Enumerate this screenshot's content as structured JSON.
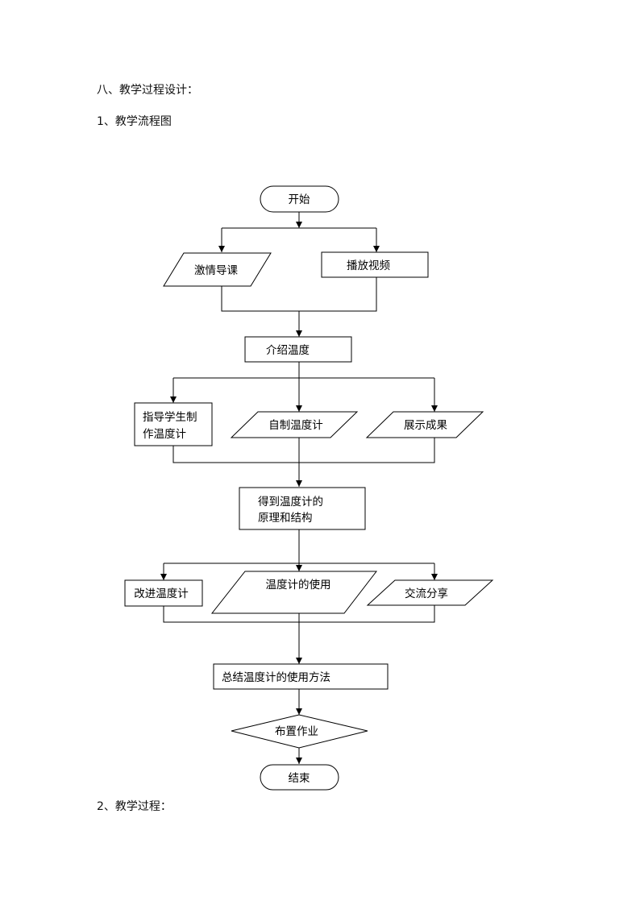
{
  "document": {
    "section_heading": "八、教学过程设计：",
    "subheading_1": "1、教学流程图",
    "subheading_2": "2、教学过程："
  },
  "flowchart": {
    "nodes": {
      "start": {
        "label": "开始",
        "shape": "terminal"
      },
      "inspire": {
        "label": "激情导课",
        "shape": "parallelogram"
      },
      "play_video": {
        "label": "播放视频",
        "shape": "rectangle"
      },
      "intro_temp": {
        "label": "介绍温度",
        "shape": "rectangle"
      },
      "guide_make": {
        "lines": [
          "指导学生制",
          "作温度计"
        ],
        "shape": "rectangle"
      },
      "self_make": {
        "label": "自制温度计",
        "shape": "parallelogram"
      },
      "show_results": {
        "label": "展示成果",
        "shape": "parallelogram"
      },
      "principle": {
        "lines": [
          "得到温度计的",
          "原理和结构"
        ],
        "shape": "rectangle"
      },
      "improve": {
        "label": "改进温度计",
        "shape": "rectangle"
      },
      "usage": {
        "label": "温度计的使用",
        "shape": "parallelogram"
      },
      "share": {
        "label": "交流分享",
        "shape": "parallelogram"
      },
      "summary": {
        "label": "总结温度计的使用方法",
        "shape": "rectangle"
      },
      "homework": {
        "label": "布置作业",
        "shape": "diamond"
      },
      "end": {
        "label": "结束",
        "shape": "terminal"
      }
    },
    "edges": [
      [
        "start",
        "inspire"
      ],
      [
        "start",
        "play_video"
      ],
      [
        "inspire",
        "intro_temp"
      ],
      [
        "play_video",
        "intro_temp"
      ],
      [
        "intro_temp",
        "guide_make"
      ],
      [
        "intro_temp",
        "self_make"
      ],
      [
        "intro_temp",
        "show_results"
      ],
      [
        "guide_make",
        "principle"
      ],
      [
        "self_make",
        "principle"
      ],
      [
        "show_results",
        "principle"
      ],
      [
        "principle",
        "improve"
      ],
      [
        "principle",
        "usage"
      ],
      [
        "principle",
        "share"
      ],
      [
        "improve",
        "summary"
      ],
      [
        "usage",
        "summary"
      ],
      [
        "share",
        "summary"
      ],
      [
        "summary",
        "homework"
      ],
      [
        "homework",
        "end"
      ]
    ]
  }
}
